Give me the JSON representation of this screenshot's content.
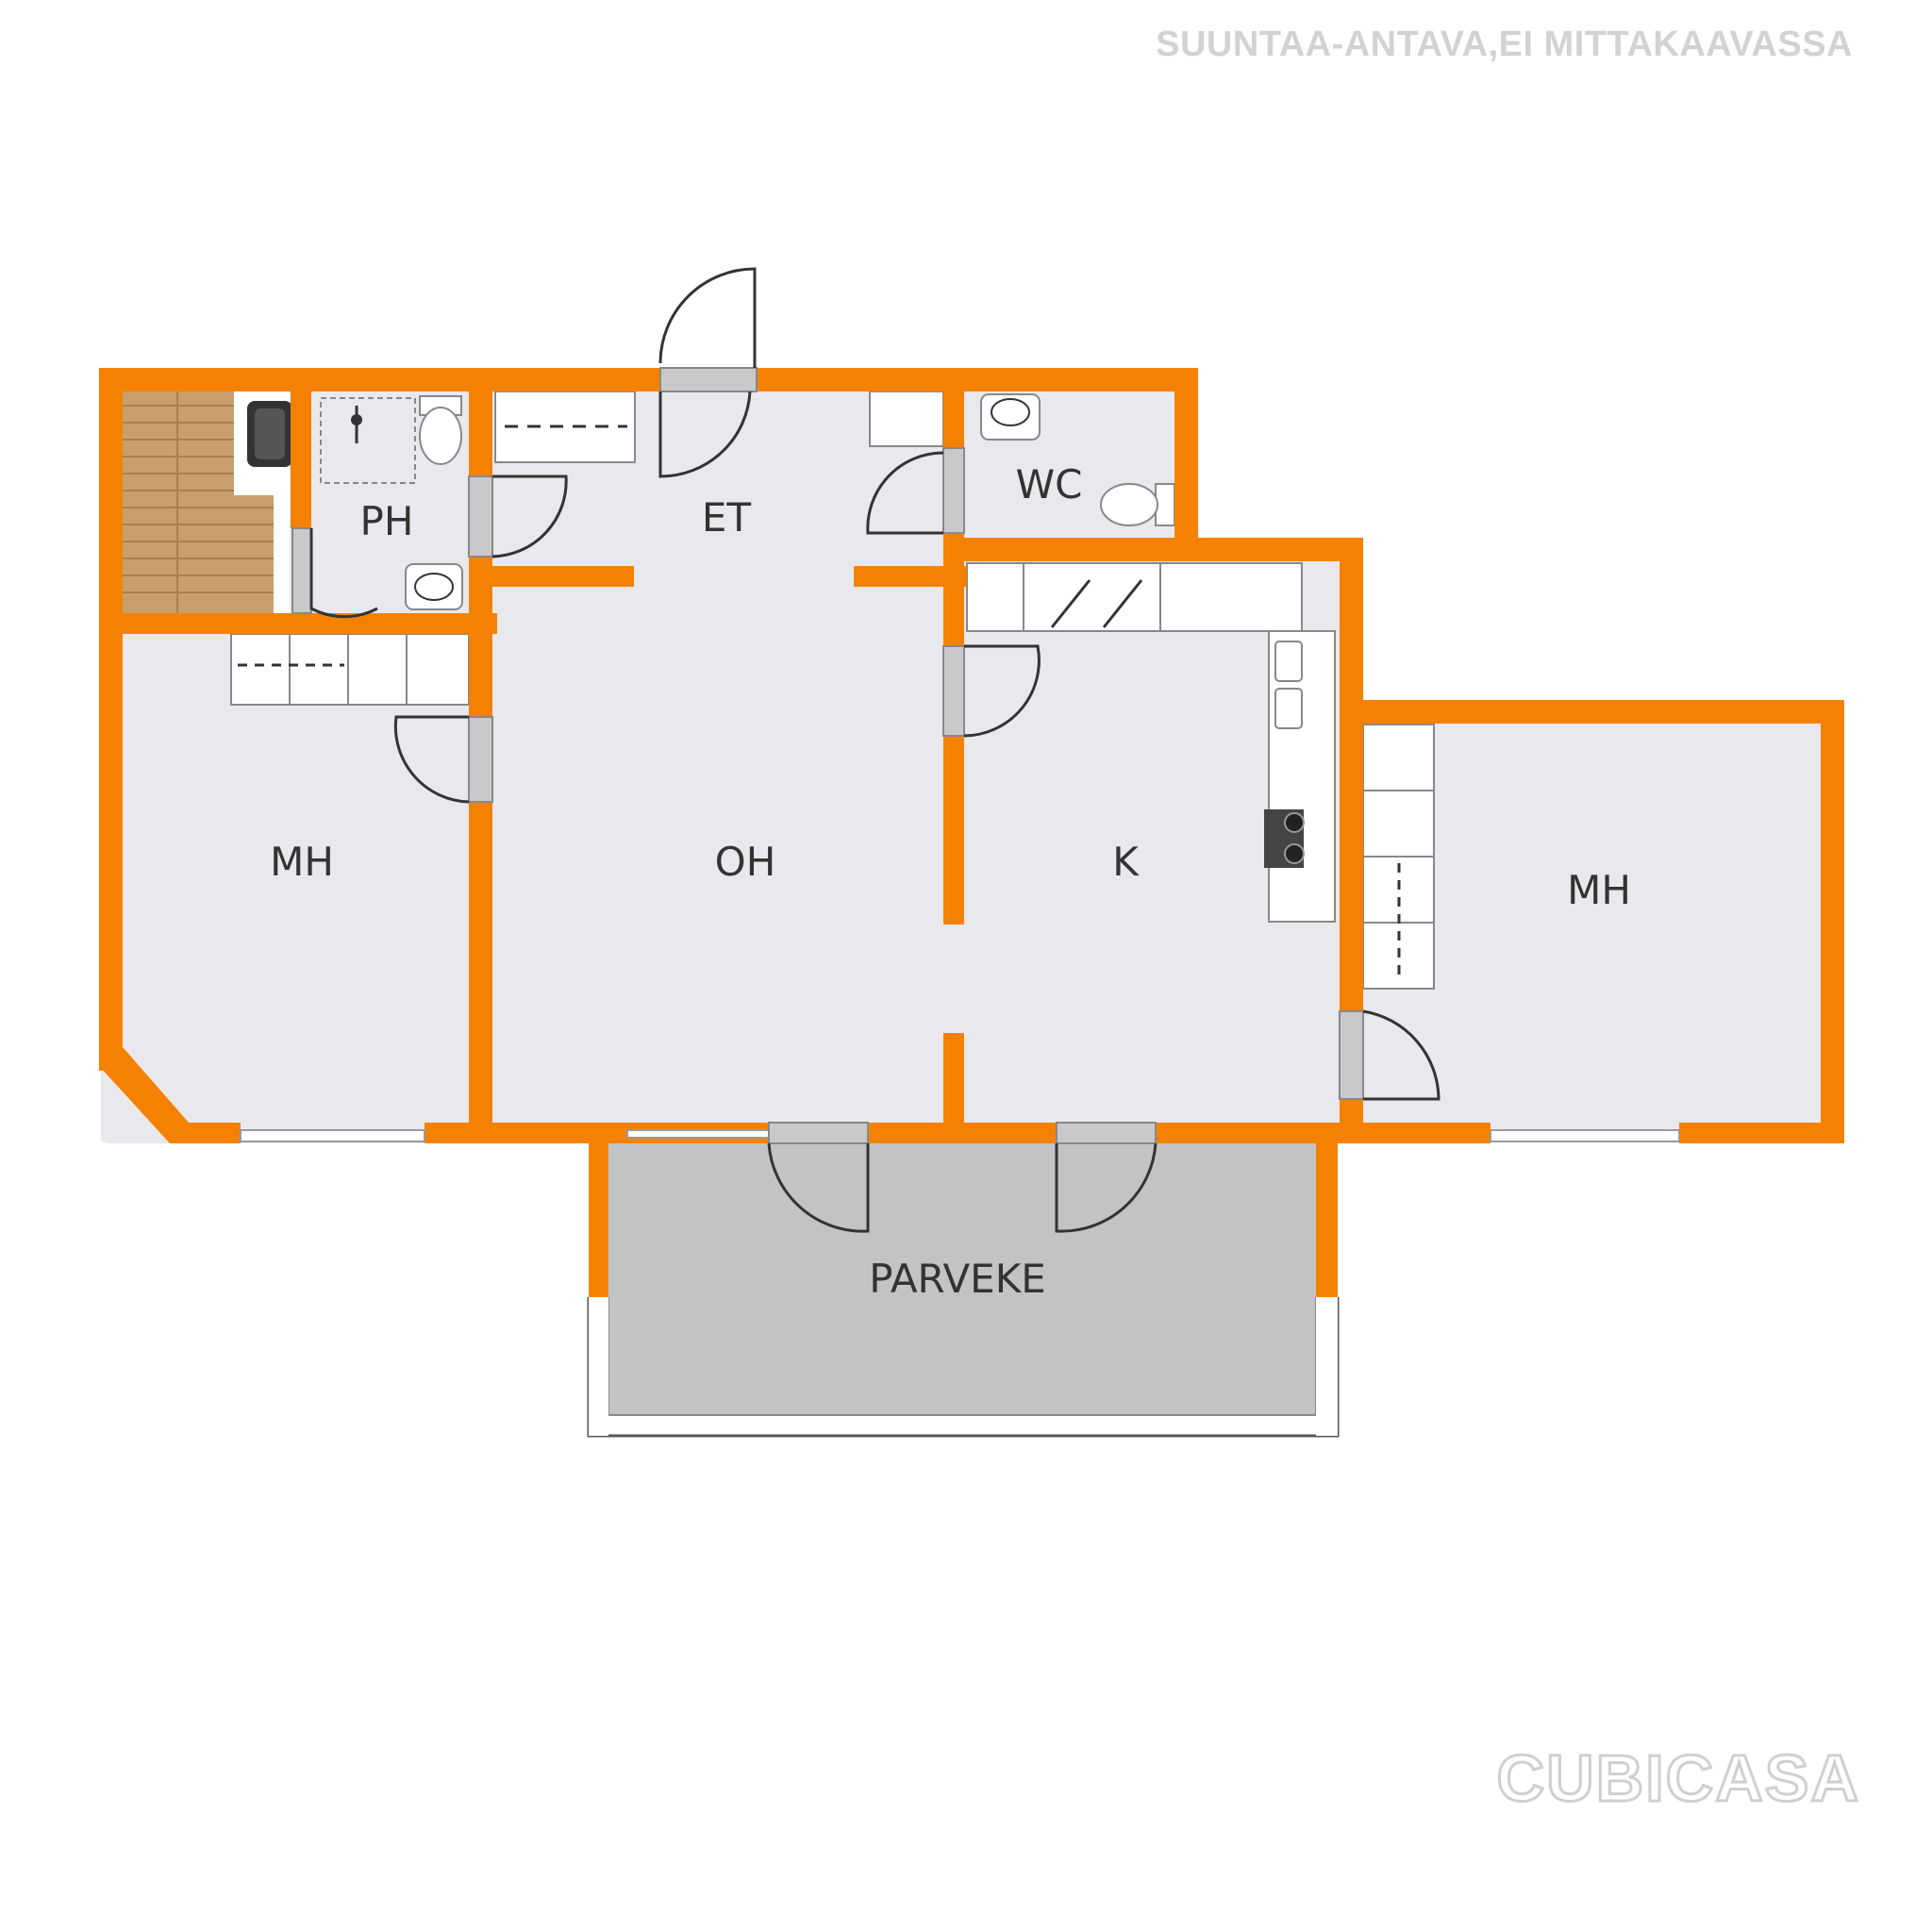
{
  "disclaimer": "SUUNTAA-ANTAVA,EI MITTAKAAVASSA",
  "logo": "CUBICASA",
  "colors": {
    "wall": "#f58102",
    "floor": "#e9e8ec",
    "balcony": "#c3c3c5",
    "sauna_bench": "#c99f6e",
    "window": "#c9c9c9"
  },
  "rooms": {
    "et": "ET",
    "ph": "PH",
    "wc": "WC",
    "mh_left": "MH",
    "oh": "OH",
    "k": "K",
    "mh_right": "MH",
    "parveke": "PARVEKE"
  }
}
